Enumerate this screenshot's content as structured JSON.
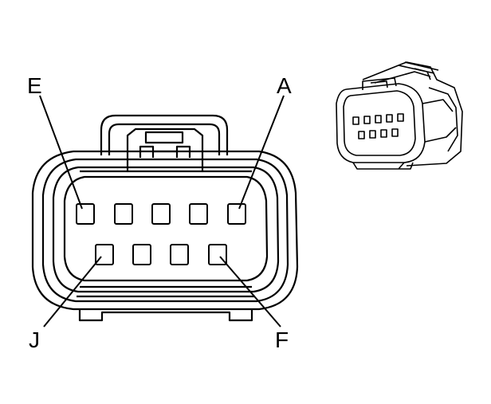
{
  "diagram": {
    "labels": {
      "top_left": "E",
      "top_right": "A",
      "bottom_left": "J",
      "bottom_right": "F"
    },
    "top_row_cavities": 5,
    "bottom_row_cavities": 4,
    "colors": {
      "line": "#000000",
      "background": "#ffffff"
    }
  }
}
